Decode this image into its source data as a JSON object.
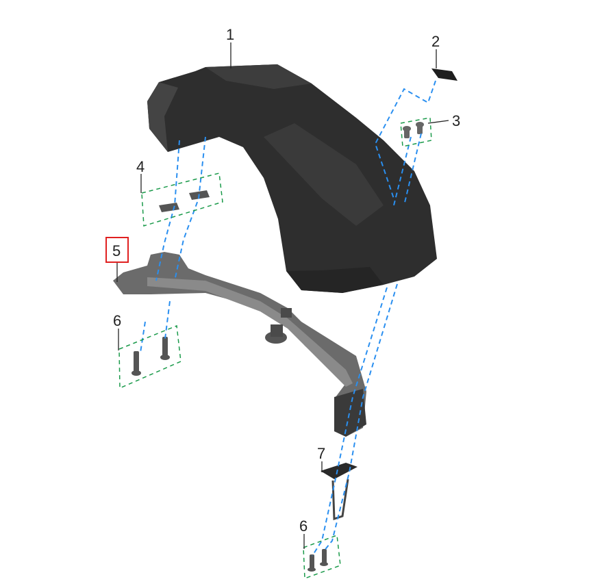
{
  "diagram": {
    "callouts": [
      {
        "id": "1",
        "label": "1"
      },
      {
        "id": "2",
        "label": "2"
      },
      {
        "id": "3",
        "label": "3"
      },
      {
        "id": "4",
        "label": "4"
      },
      {
        "id": "5",
        "label": "5",
        "highlighted": true
      },
      {
        "id": "6a",
        "label": "6"
      },
      {
        "id": "7",
        "label": "7"
      },
      {
        "id": "6b",
        "label": "6"
      }
    ],
    "colors": {
      "highlight": "#e02020",
      "leader_blue": "#2a8ff0",
      "group_green": "#1a9a4a",
      "part_dark": "#2b2b2b",
      "part_grey": "#6e6e6e"
    }
  }
}
